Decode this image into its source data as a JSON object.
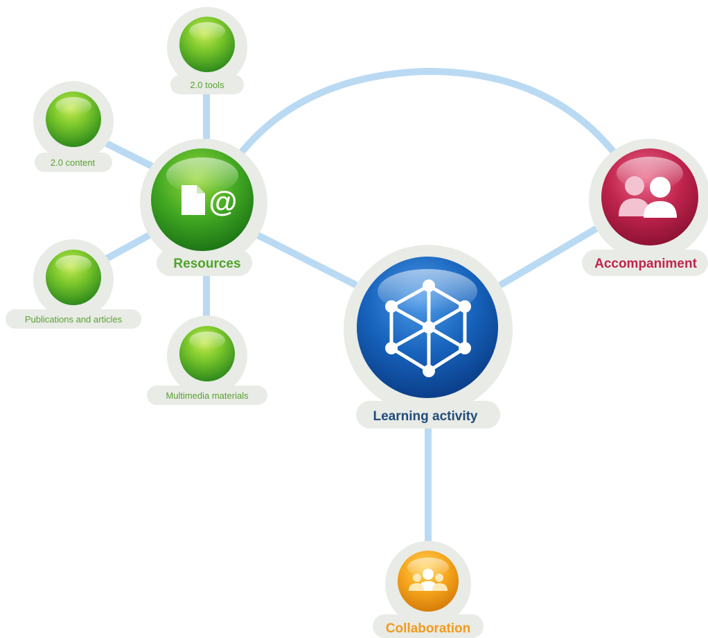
{
  "diagram": {
    "resources": {
      "label": "Resources",
      "color": "#4fa329"
    },
    "learning_activity": {
      "label": "Learning activity",
      "color": "#234c7a"
    },
    "accompaniment": {
      "label": "Accompaniment",
      "color": "#c0244d"
    },
    "collaboration": {
      "label": "Collaboration",
      "color": "#f29a1b"
    },
    "satellites": {
      "tools": {
        "label": "2.0 tools"
      },
      "content": {
        "label": "2.0 content"
      },
      "publications": {
        "label": "Publications and articles"
      },
      "multimedia": {
        "label": "Multimedia materials"
      }
    },
    "connector_color": "#b9daf2",
    "halo_color": "#e8ebe6",
    "icons": {
      "resources": "document-at-icon",
      "learning_activity": "cube-network-icon",
      "accompaniment": "two-people-icon",
      "collaboration": "group-icon"
    }
  }
}
